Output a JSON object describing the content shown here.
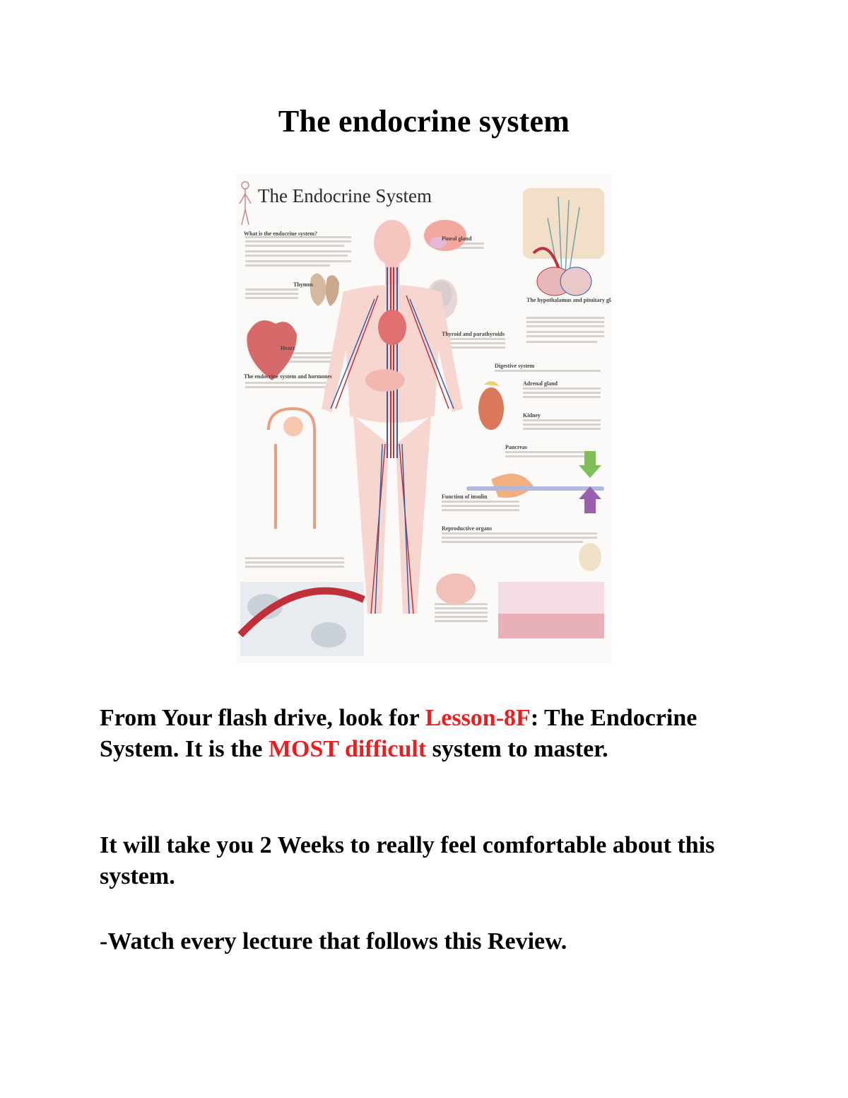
{
  "document": {
    "title": "The endocrine system",
    "poster": {
      "title": "The Endocrine System",
      "section_labels": [
        "What is the endocrine system?",
        "Thymus",
        "Heart",
        "Pineal gland",
        "Thyroid and parathyroids",
        "The hypothalamus and pituitary gland",
        "Digestive system",
        "Adrenal gland",
        "Kidney",
        "Pancreas",
        "Function of insulin",
        "Reproductive organs",
        "The endocrine system and hormones"
      ]
    },
    "paragraphs": {
      "p1": {
        "part1": "From Your flash drive, look for ",
        "highlight1": "Lesson-8F",
        "part2": ": The Endocrine System.  It is the ",
        "highlight2": "MOST difficult",
        "part3": " system to master."
      },
      "p2": "It will take you 2 Weeks to really feel comfortable about this system.",
      "p3": "-Watch every lecture that follows this Review."
    },
    "colors": {
      "highlight": "#ee1c1c",
      "text": "#000000"
    }
  }
}
